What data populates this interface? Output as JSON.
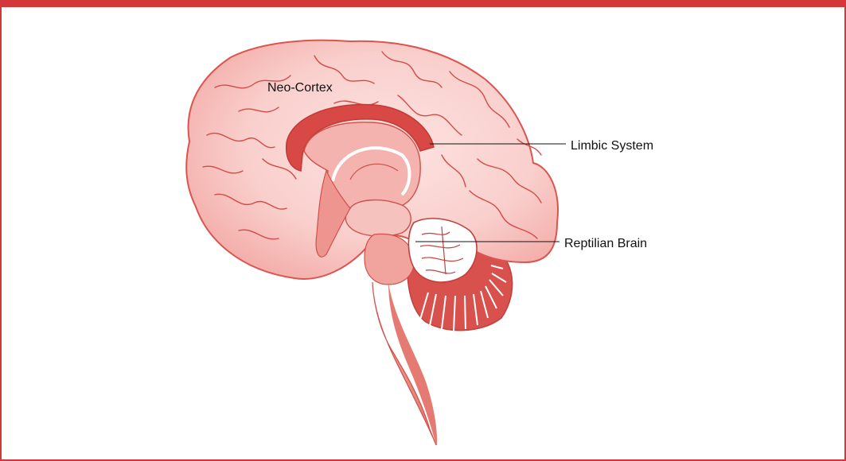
{
  "labels": {
    "neo_cortex": "Neo-Cortex",
    "limbic_system": "Limbic System",
    "reptilian_brain": "Reptilian Brain"
  },
  "colors": {
    "frame": "#d3373a",
    "cortex_fill": "#f7c6c4",
    "cortex_outline": "#dc5450",
    "limbic_band": "#d84844",
    "brainstem": "#ec8f88",
    "cerebellum": "#d9514c"
  }
}
